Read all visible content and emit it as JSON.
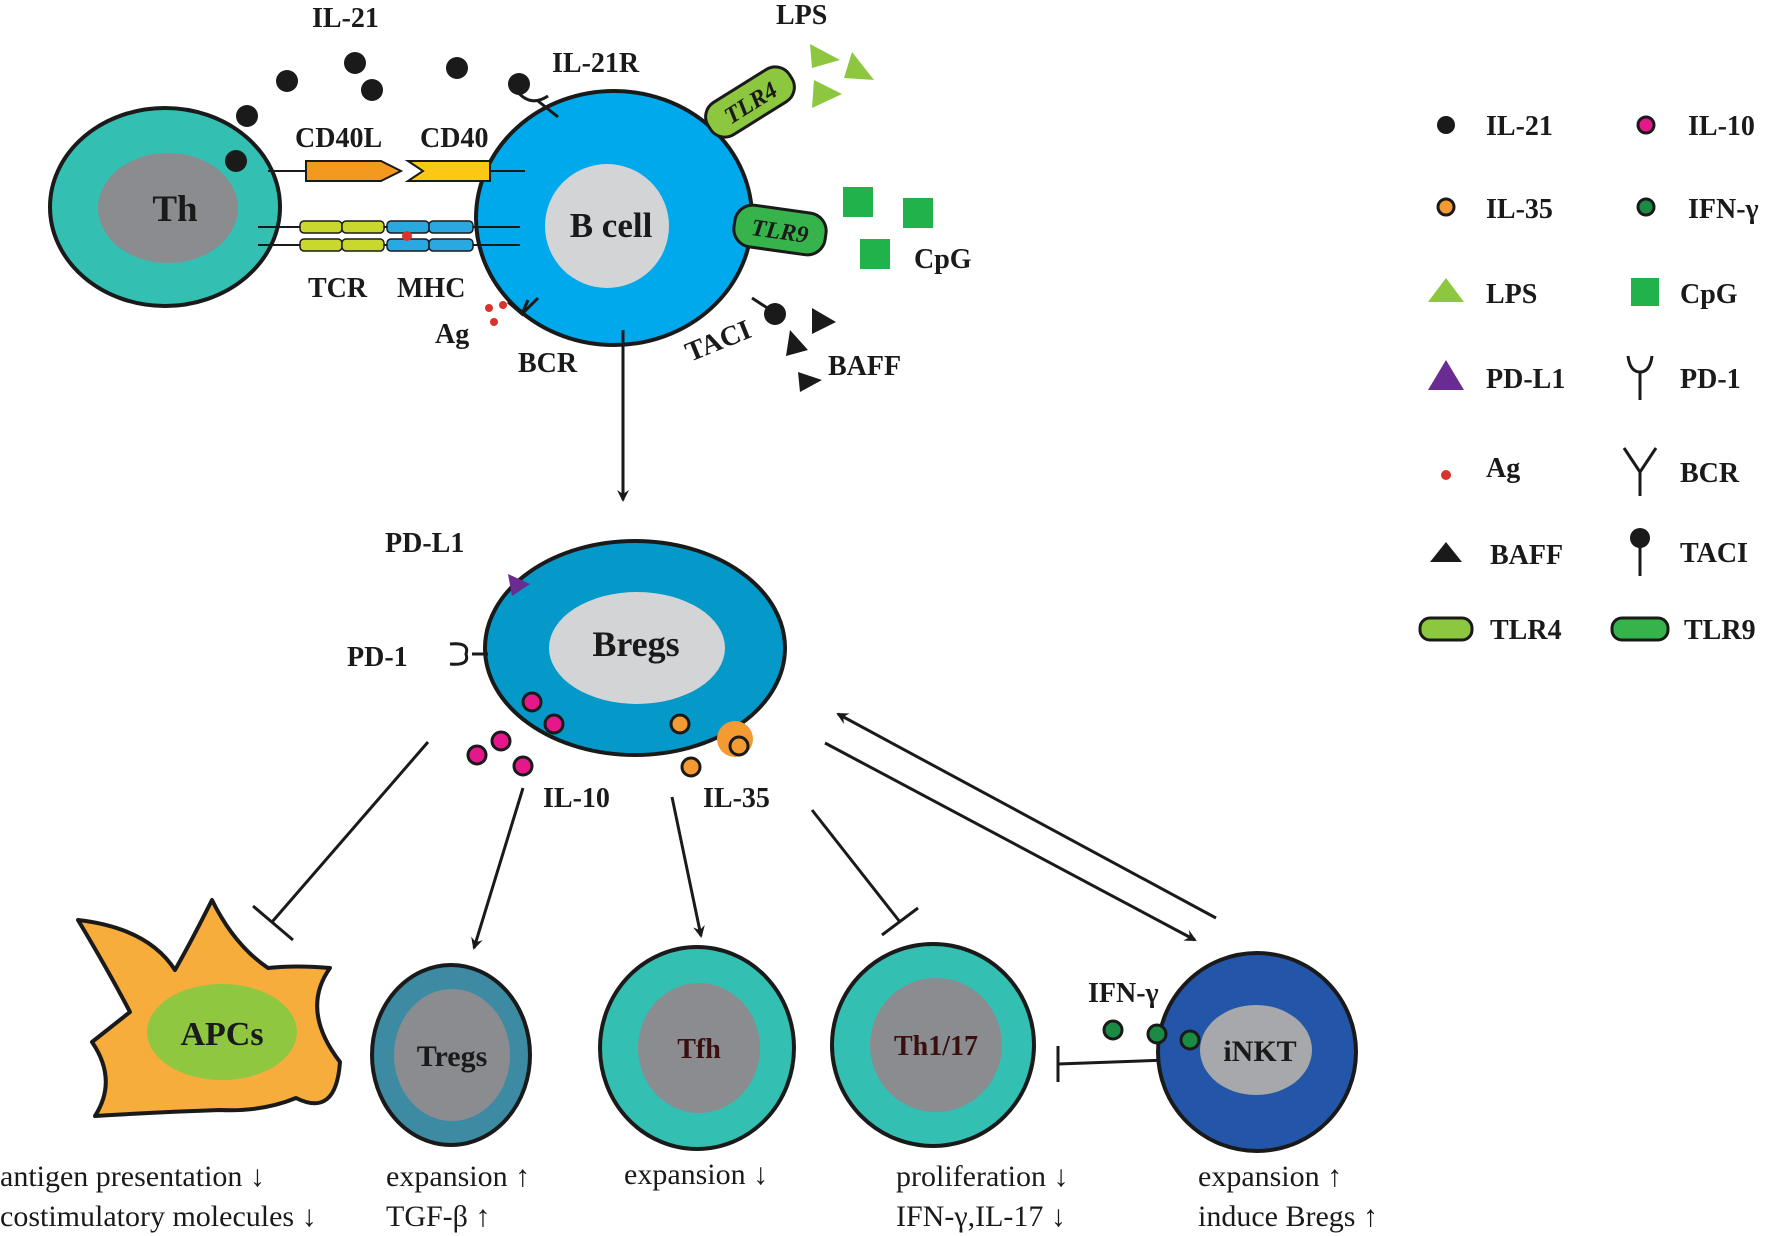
{
  "colors": {
    "th_outer": "#33bfb2",
    "th_inner": "#8a8c90",
    "bcell_outer": "#00a9ec",
    "bcell_inner": "#d3d4d6",
    "breg_outer": "#0499c8",
    "breg_inner": "#d3d4d6",
    "apc_outer": "#f6ad3c",
    "apc_inner": "#8fc740",
    "treg_outer": "#3d8aa3",
    "treg_inner": "#8a8c90",
    "tfh_outer": "#33bfb2",
    "tfh_inner": "#8a8c90",
    "th117_outer": "#33bfb2",
    "th117_inner": "#8a8c90",
    "inkt_outer": "#2356a8",
    "inkt_inner": "#a6a8ab",
    "il21": "#1a1a1a",
    "il10": "#e5178a",
    "il35": "#f39a32",
    "ifng": "#1b8a43",
    "lps": "#8dc63f",
    "cpg": "#22b24c",
    "pdl1": "#6b2c91",
    "ag": "#d9342b",
    "tlr4": "#8dc63f",
    "tlr9": "#36b34a",
    "cd40l": "#f39a1e",
    "cd40": "#fbc813",
    "tcr": "#c8d82e",
    "mhc": "#2aa8e0"
  },
  "cells": {
    "th": "Th",
    "bcell": "B cell",
    "bregs": "Bregs",
    "apcs": "APCs",
    "tregs": "Tregs",
    "tfh": "Tfh",
    "th117": "Th1/17",
    "inkt": "iNKT"
  },
  "labels": {
    "il21_top": "IL-21",
    "il21r": "IL-21R",
    "lps_top": "LPS",
    "cd40l": "CD40L",
    "cd40": "CD40",
    "tlr4": "TLR4",
    "tlr9": "TLR9",
    "cpg": "CpG",
    "tcr": "TCR",
    "mhc": "MHC",
    "ag": "Ag",
    "bcr": "BCR",
    "taci": "TACI",
    "baff": "BAFF",
    "pdl1": "PD-L1",
    "pd1": "PD-1",
    "il10": "IL-10",
    "il35": "IL-35",
    "ifng": "IFN-γ"
  },
  "effects": {
    "apc_1": "antigen presentation ↓",
    "apc_2": "costimulatory molecules ↓",
    "treg_1": "expansion ↑",
    "treg_2": "TGF-β  ↑",
    "tfh_1": "expansion  ↓",
    "th117_1": "proliferation ↓",
    "th117_2": "IFN-γ,IL-17 ↓",
    "inkt_1": "expansion  ↑",
    "inkt_2": "induce Bregs ↑"
  },
  "legend": {
    "il21": "IL-21",
    "il10": "IL-10",
    "il35": "IL-35",
    "ifng": "IFN-γ",
    "lps": "LPS",
    "cpg": "CpG",
    "pdl1": "PD-L1",
    "pd1": "PD-1",
    "ag": "Ag",
    "bcr": "BCR",
    "baff": "BAFF",
    "taci": "TACI",
    "tlr4": "TLR4",
    "tlr9": "TLR9"
  }
}
